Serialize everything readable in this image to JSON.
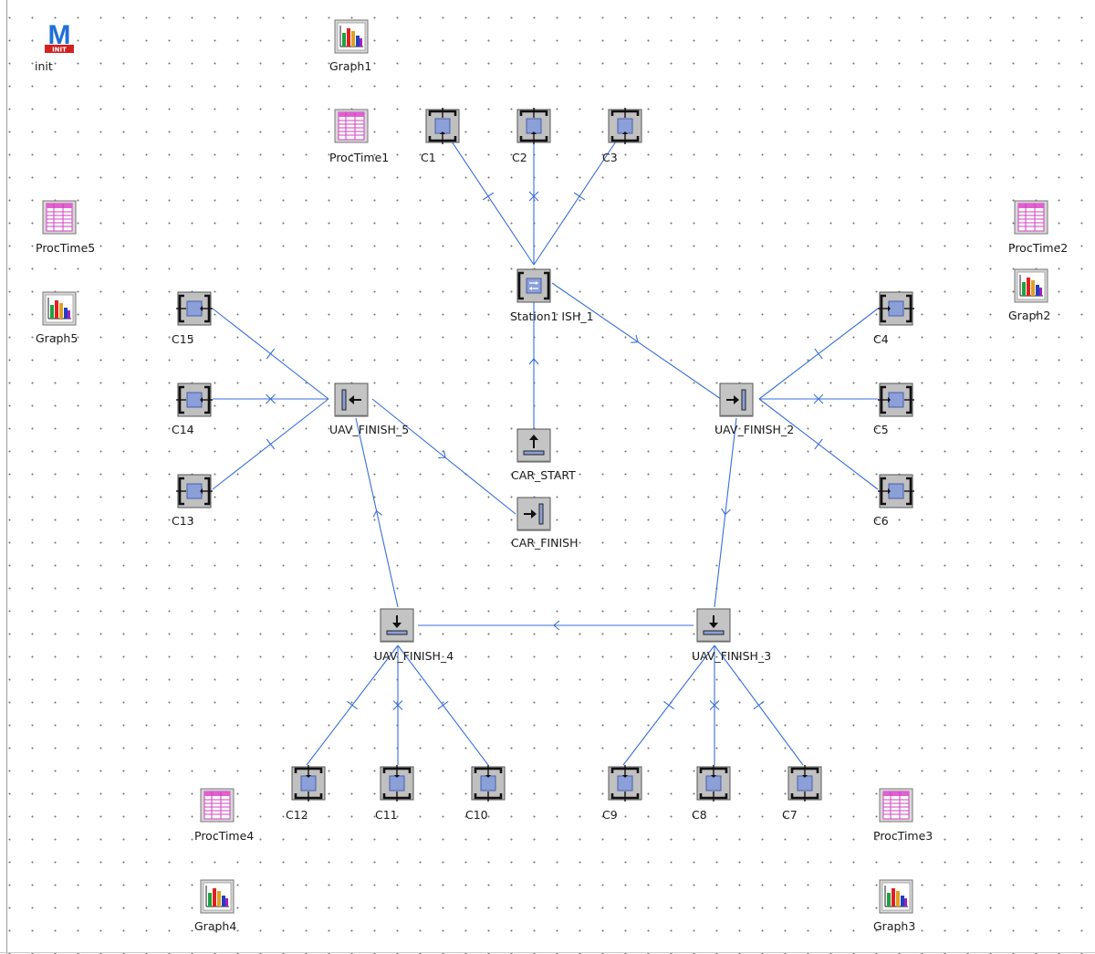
{
  "canvas": {
    "background": "#ffffff",
    "grid_dot_color": "#7a7a7a",
    "connector_color": "#3a6fd8"
  },
  "objects": [
    {
      "id": "init",
      "label": "init",
      "kind": "method",
      "icon": "method-init-icon",
      "icon_text": "INIT"
    },
    {
      "id": "graph1",
      "label": "Graph1",
      "kind": "chart",
      "icon": "bar-chart-icon"
    },
    {
      "id": "proctime1",
      "label": "ProcTime1",
      "kind": "table",
      "icon": "table-icon"
    },
    {
      "id": "c1",
      "label": "C1",
      "kind": "store",
      "icon": "station-up-icon"
    },
    {
      "id": "c2",
      "label": "C2",
      "kind": "store",
      "icon": "station-up-icon"
    },
    {
      "id": "c3",
      "label": "C3",
      "kind": "store",
      "icon": "station-up-icon"
    },
    {
      "id": "proctime5",
      "label": "ProcTime5",
      "kind": "table",
      "icon": "table-icon"
    },
    {
      "id": "proctime2",
      "label": "ProcTime2",
      "kind": "table",
      "icon": "table-icon"
    },
    {
      "id": "graph2",
      "label": "Graph2",
      "kind": "chart",
      "icon": "bar-chart-icon"
    },
    {
      "id": "graph5",
      "label": "Graph5",
      "kind": "chart",
      "icon": "bar-chart-icon"
    },
    {
      "id": "station1",
      "label": "Station1 ISH_1",
      "kind": "station",
      "icon": "parallel-station-icon"
    },
    {
      "id": "c15",
      "label": "C15",
      "kind": "store",
      "icon": "station-left-icon"
    },
    {
      "id": "c14",
      "label": "C14",
      "kind": "store",
      "icon": "station-left-icon"
    },
    {
      "id": "c13",
      "label": "C13",
      "kind": "store",
      "icon": "station-left-icon"
    },
    {
      "id": "uav5",
      "label": "UAV_FINISH_5",
      "kind": "drain",
      "icon": "drain-left-icon"
    },
    {
      "id": "carstart",
      "label": "CAR_START",
      "kind": "source",
      "icon": "source-up-icon"
    },
    {
      "id": "carfinish",
      "label": "CAR_FINISH",
      "kind": "drain",
      "icon": "drain-right-icon"
    },
    {
      "id": "uav2",
      "label": "UAV_FINISH_2",
      "kind": "drain",
      "icon": "drain-right-icon"
    },
    {
      "id": "c4",
      "label": "C4",
      "kind": "store",
      "icon": "station-right-icon"
    },
    {
      "id": "c5",
      "label": "C5",
      "kind": "store",
      "icon": "station-right-icon"
    },
    {
      "id": "c6",
      "label": "C6",
      "kind": "store",
      "icon": "station-right-icon"
    },
    {
      "id": "uav4",
      "label": "UAV_FINISH_4",
      "kind": "drain",
      "icon": "drain-down-icon"
    },
    {
      "id": "uav3",
      "label": "UAV_FINISH_3",
      "kind": "drain",
      "icon": "drain-down-icon"
    },
    {
      "id": "c12",
      "label": "C12",
      "kind": "store",
      "icon": "station-down-icon"
    },
    {
      "id": "c11",
      "label": "C11",
      "kind": "store",
      "icon": "station-down-icon"
    },
    {
      "id": "c10",
      "label": "C10",
      "kind": "store",
      "icon": "station-down-icon"
    },
    {
      "id": "c9",
      "label": "C9",
      "kind": "store",
      "icon": "station-down-icon"
    },
    {
      "id": "c8",
      "label": "C8",
      "kind": "store",
      "icon": "station-down-icon"
    },
    {
      "id": "c7",
      "label": "C7",
      "kind": "store",
      "icon": "station-down-icon"
    },
    {
      "id": "proctime4",
      "label": "ProcTime4",
      "kind": "table",
      "icon": "table-icon"
    },
    {
      "id": "proctime3",
      "label": "ProcTime3",
      "kind": "table",
      "icon": "table-icon"
    },
    {
      "id": "graph4",
      "label": "Graph4",
      "kind": "chart",
      "icon": "bar-chart-icon"
    },
    {
      "id": "graph3",
      "label": "Graph3",
      "kind": "chart",
      "icon": "bar-chart-icon"
    }
  ],
  "connectors": [
    {
      "from": "station1",
      "to": "c1",
      "mark": "tick"
    },
    {
      "from": "station1",
      "to": "c2",
      "mark": "cross"
    },
    {
      "from": "station1",
      "to": "c3",
      "mark": "tick"
    },
    {
      "from": "carstart",
      "to": "station1",
      "mark": "arrow"
    },
    {
      "from": "station1",
      "to": "uav2",
      "mark": "arrow"
    },
    {
      "from": "uav2",
      "to": "c4",
      "mark": "tick"
    },
    {
      "from": "uav2",
      "to": "c5",
      "mark": "cross"
    },
    {
      "from": "uav2",
      "to": "c6",
      "mark": "tick"
    },
    {
      "from": "uav2",
      "to": "uav3",
      "mark": "arrow"
    },
    {
      "from": "uav3",
      "to": "uav4",
      "mark": "arrow"
    },
    {
      "from": "uav3",
      "to": "c9",
      "mark": "tick"
    },
    {
      "from": "uav3",
      "to": "c8",
      "mark": "cross"
    },
    {
      "from": "uav3",
      "to": "c7",
      "mark": "tick"
    },
    {
      "from": "uav4",
      "to": "c12",
      "mark": "tick"
    },
    {
      "from": "uav4",
      "to": "c11",
      "mark": "cross"
    },
    {
      "from": "uav4",
      "to": "c10",
      "mark": "tick"
    },
    {
      "from": "uav4",
      "to": "uav5",
      "mark": "arrow"
    },
    {
      "from": "uav5",
      "to": "c15",
      "mark": "tick"
    },
    {
      "from": "uav5",
      "to": "c14",
      "mark": "cross"
    },
    {
      "from": "uav5",
      "to": "c13",
      "mark": "tick"
    },
    {
      "from": "uav5",
      "to": "carfinish",
      "mark": "arrow"
    }
  ]
}
